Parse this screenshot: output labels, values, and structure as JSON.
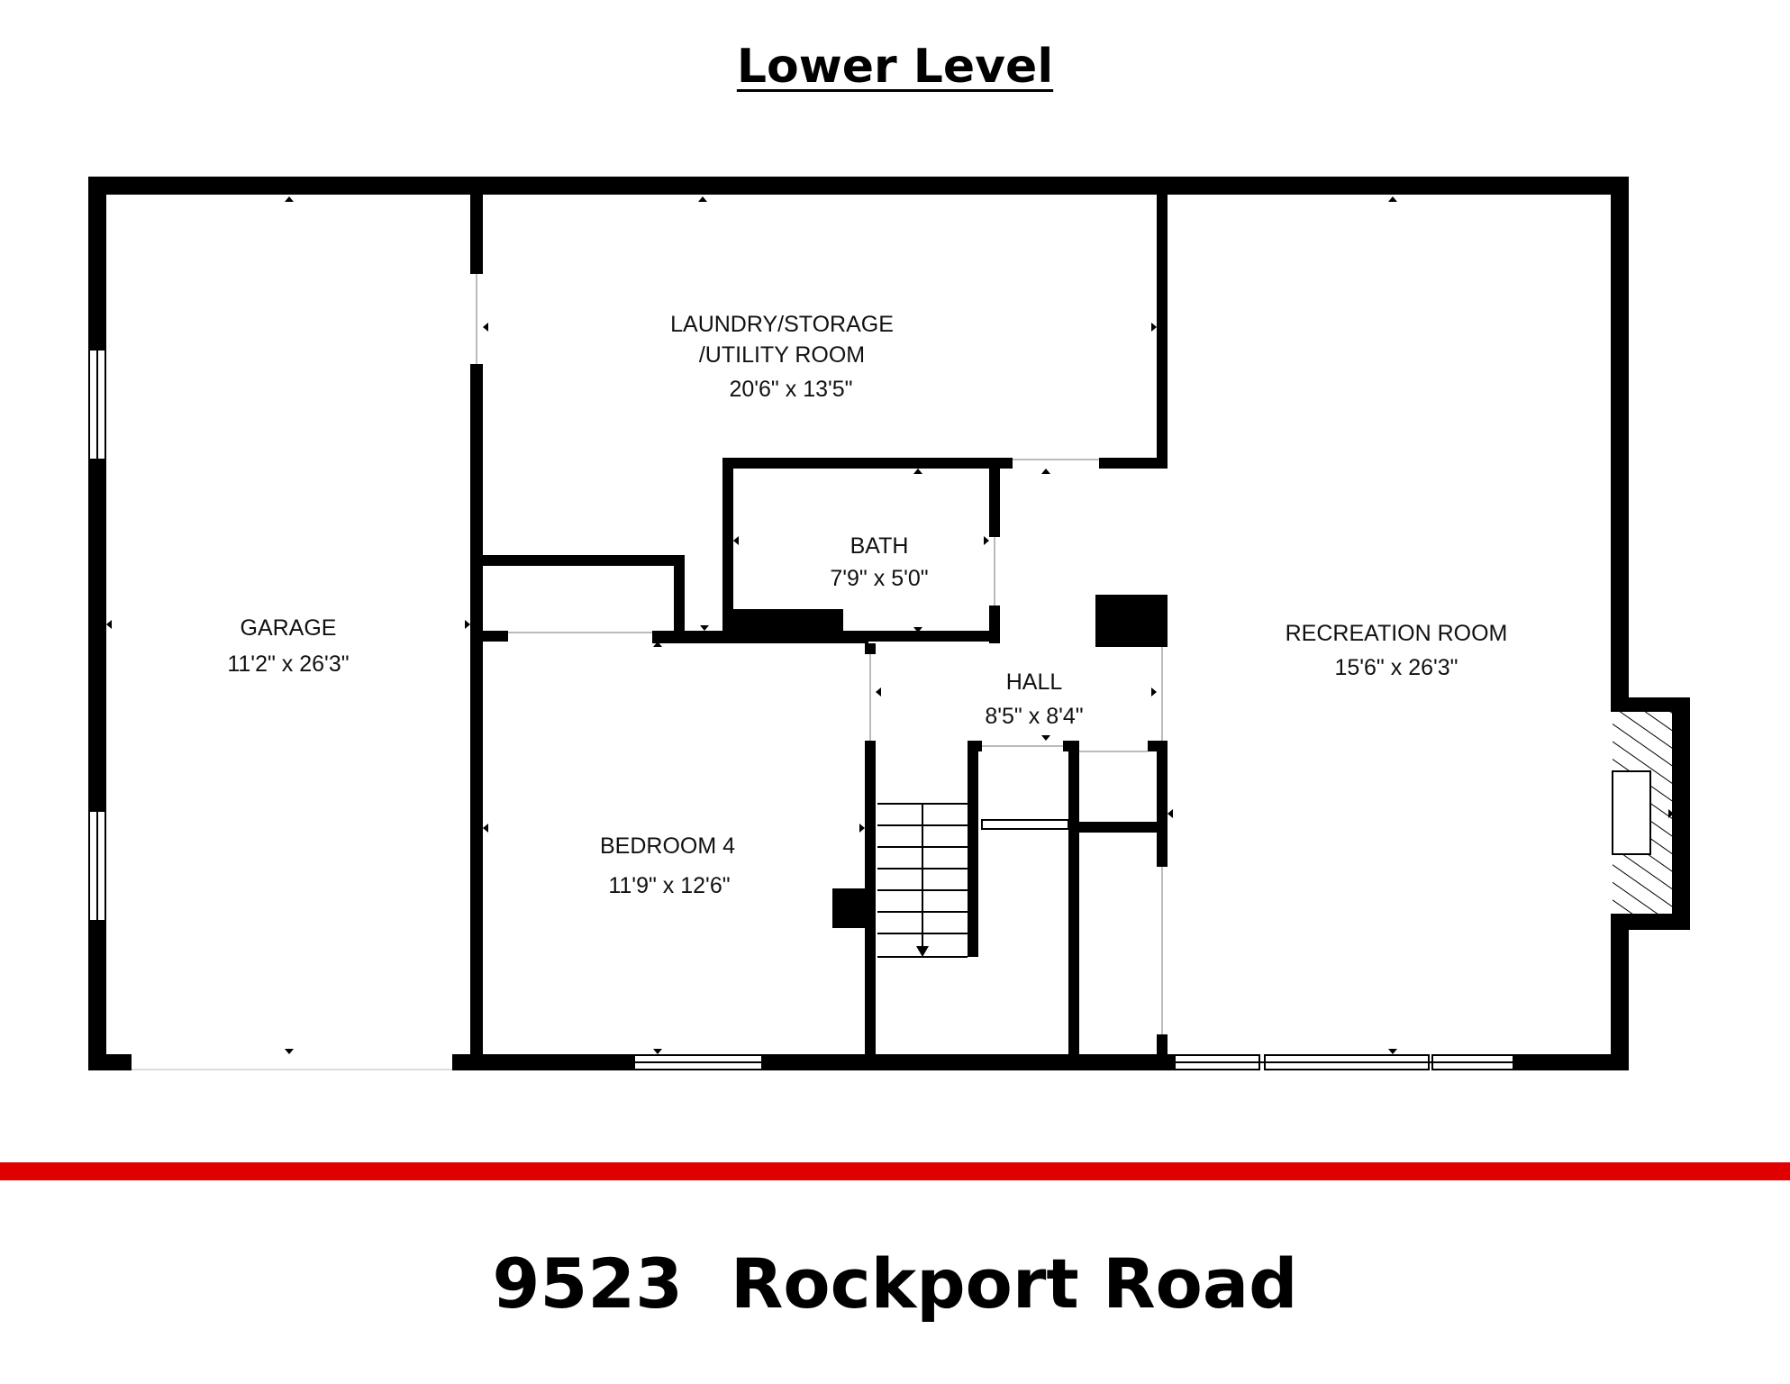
{
  "title": "Lower Level",
  "address": "9523  Rockport Road",
  "accent_color": "#e00000",
  "rooms": {
    "garage": {
      "name": "GARAGE",
      "dims": "11'2\" x 26'3\""
    },
    "laundry": {
      "name_line1": "LAUNDRY/STORAGE",
      "name_line2": "/UTILITY ROOM",
      "dims": "20'6\" x 13'5\""
    },
    "bath": {
      "name": "BATH",
      "dims": "7'9\" x 5'0\""
    },
    "hall": {
      "name": "HALL",
      "dims": "8'5\" x 8'4\""
    },
    "recreation": {
      "name": "RECREATION ROOM",
      "dims": "15'6\" x 26'3\""
    },
    "bedroom4": {
      "name": "BEDROOM 4",
      "dims": "11'9\" x 12'6\""
    }
  }
}
